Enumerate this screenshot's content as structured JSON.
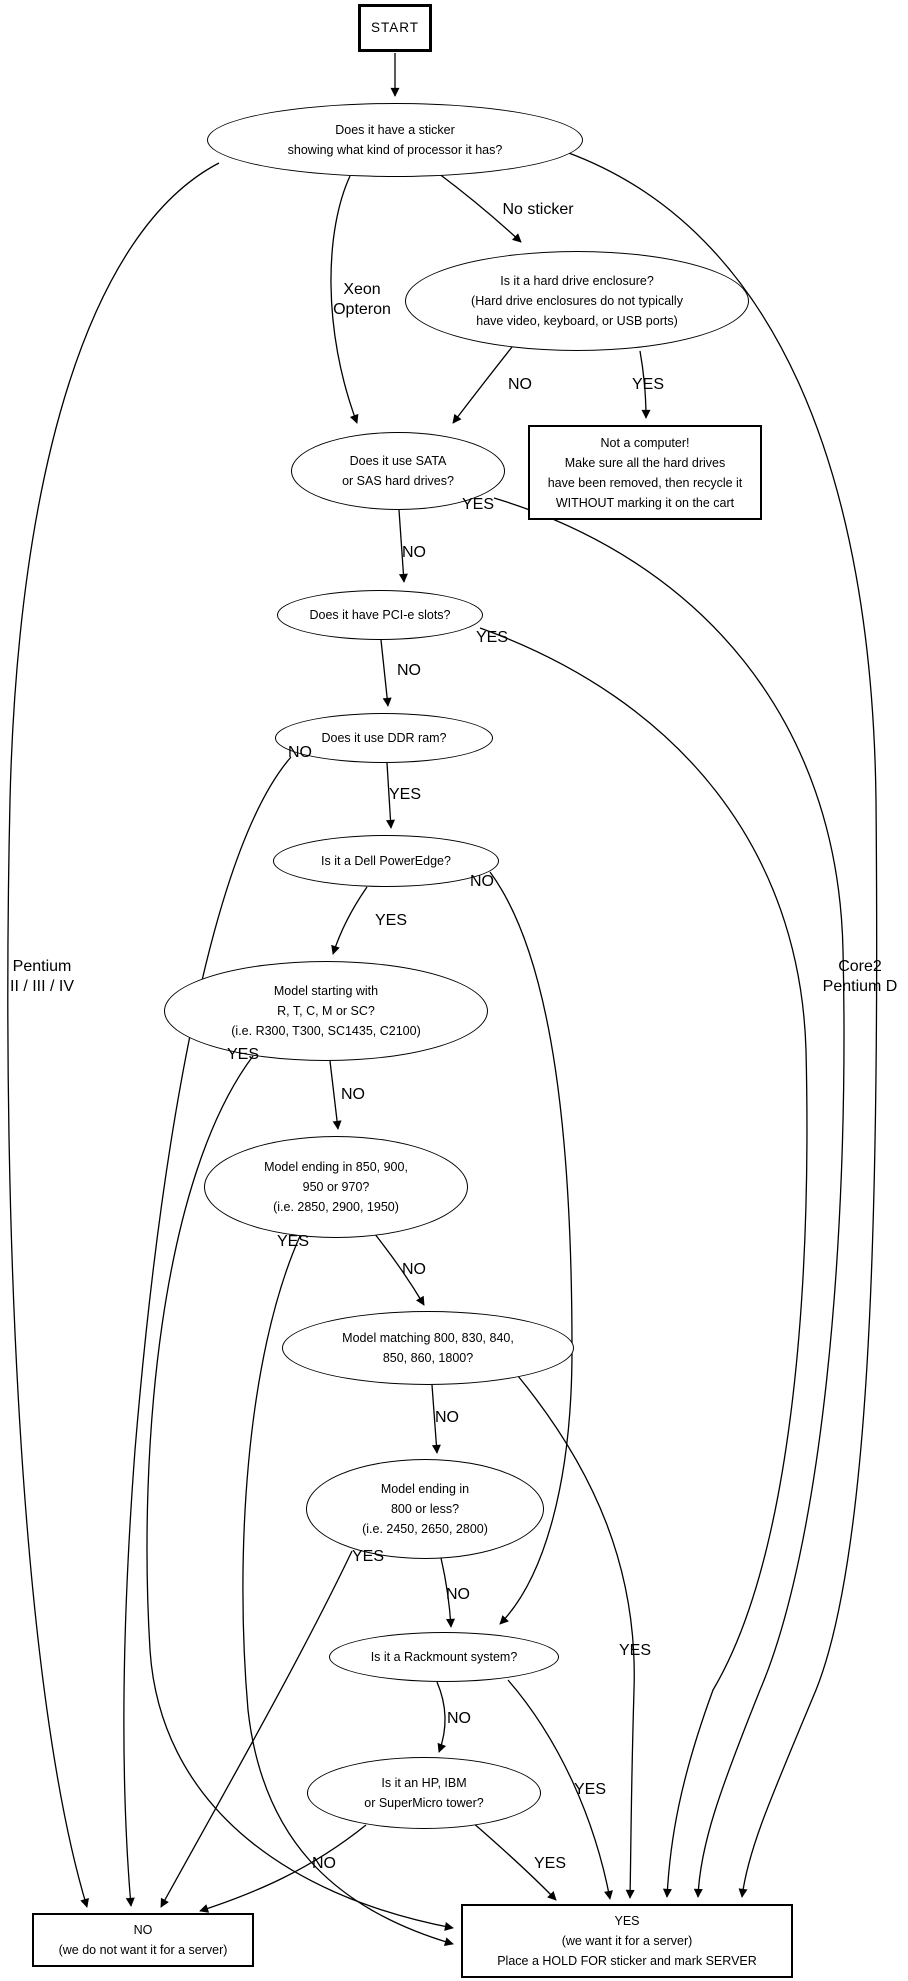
{
  "diagram": {
    "title": "Server triage flowchart",
    "colors": {
      "stroke": "#000000",
      "text": "#000000",
      "background": "#ffffff"
    },
    "nodes": {
      "start": {
        "lines": [
          "START"
        ]
      },
      "sticker": {
        "lines": [
          "Does it have a sticker",
          "showing what kind of processor it has?"
        ]
      },
      "enclosure": {
        "lines": [
          "Is it a hard drive enclosure?",
          "(Hard drive enclosures do not typically",
          "have video, keyboard, or USB ports)"
        ]
      },
      "not_computer": {
        "lines": [
          "Not a computer!",
          "Make sure all the hard drives",
          "have been removed, then recycle it",
          "WITHOUT marking it on the cart"
        ]
      },
      "sata": {
        "lines": [
          "Does it use SATA",
          "or SAS hard drives?"
        ]
      },
      "pcie": {
        "lines": [
          "Does it have PCI-e slots?"
        ]
      },
      "ddr": {
        "lines": [
          "Does it use DDR ram?"
        ]
      },
      "poweredge": {
        "lines": [
          "Is it a Dell PowerEdge?"
        ]
      },
      "model_rtcm": {
        "lines": [
          "Model starting with",
          "R, T, C, M or SC?",
          "(i.e. R300, T300, SC1435, C2100)"
        ]
      },
      "model_850": {
        "lines": [
          "Model ending in 850, 900,",
          "950 or 970?",
          "(i.e. 2850, 2900, 1950)"
        ]
      },
      "model_800s": {
        "lines": [
          "Model matching 800, 830, 840,",
          "850, 860, 1800?"
        ]
      },
      "model_800less": {
        "lines": [
          "Model ending in",
          "800 or less?",
          "(i.e. 2450, 2650, 2800)"
        ]
      },
      "rackmount": {
        "lines": [
          "Is it a Rackmount system?"
        ]
      },
      "hp_ibm": {
        "lines": [
          "Is it an HP, IBM",
          "or SuperMicro tower?"
        ]
      },
      "no_box": {
        "lines": [
          "NO",
          "(we do not want it for a server)"
        ]
      },
      "yes_box": {
        "lines": [
          "YES",
          "(we want it for a server)",
          "Place a HOLD FOR sticker and mark SERVER"
        ]
      }
    },
    "edge_labels": {
      "no_sticker": "No sticker",
      "xeon_line1": "Xeon",
      "xeon_line2": "Opteron",
      "pentium_line1": "Pentium",
      "pentium_line2": "II / III / IV",
      "core2_line1": "Core2",
      "core2_line2": "Pentium D",
      "enclosure_no": "NO",
      "enclosure_yes": "YES",
      "sata_yes": "YES",
      "sata_no": "NO",
      "pcie_yes": "YES",
      "pcie_no": "NO",
      "ddr_no": "NO",
      "ddr_yes": "YES",
      "poweredge_yes": "YES",
      "poweredge_no": "NO",
      "rtcm_yes": "YES",
      "rtcm_no": "NO",
      "m850_yes": "YES",
      "m850_no": "NO",
      "m800s_no": "NO",
      "m800s_yes": "YES",
      "m800less_yes": "YES",
      "m800less_no": "NO",
      "rack_no": "NO",
      "rack_yes": "YES",
      "hpibm_no": "NO",
      "hpibm_yes": "YES"
    }
  }
}
